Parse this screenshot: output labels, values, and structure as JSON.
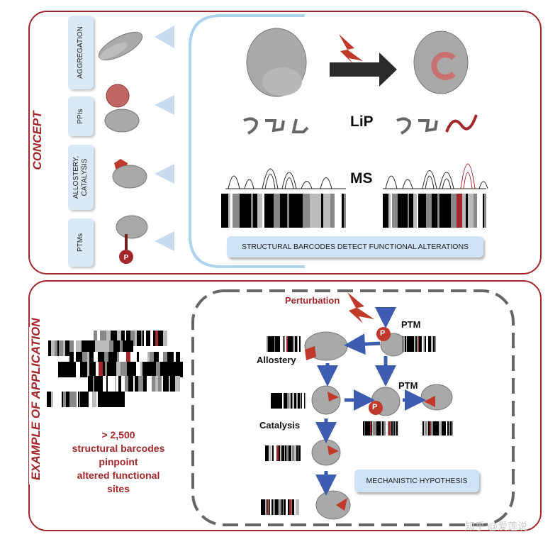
{
  "concept": {
    "title": "CONCEPT",
    "categories": [
      {
        "key": "aggregation",
        "label": "AGGREGATION"
      },
      {
        "key": "ppis",
        "label": "PPIs"
      },
      {
        "key": "allostery",
        "label": "ALLOSTERY,\nCATALYSIS"
      },
      {
        "key": "ptms",
        "label": "PTMs"
      }
    ],
    "lip_label": "LiP",
    "ms_label": "MS",
    "callout": "STRUCTURAL BARCODES DETECT FUNCTIONAL ALTERATIONS",
    "ptm_marker": "P"
  },
  "application": {
    "title": "EXAMPLE OF APPLICATION",
    "summary_lines": [
      "> 2,500",
      "structural barcodes",
      "pinpoint",
      "altered functional",
      "sites"
    ],
    "perturbation": "Perturbation",
    "ptm_label_1": "PTM",
    "ptm_label_2": "PTM",
    "allostery": "Allostery",
    "catalysis": "Catalysis",
    "hypothesis": "MECHANISTIC HYPOTHESIS",
    "ptm_marker": "P"
  },
  "watermark": "知乎 @爱莲说",
  "colors": {
    "accent_red": "#a3262a",
    "arrow_blue": "#3b5cb0",
    "callout_blue": "#cfe3f6",
    "protein_gray": "#a9a9a9"
  }
}
